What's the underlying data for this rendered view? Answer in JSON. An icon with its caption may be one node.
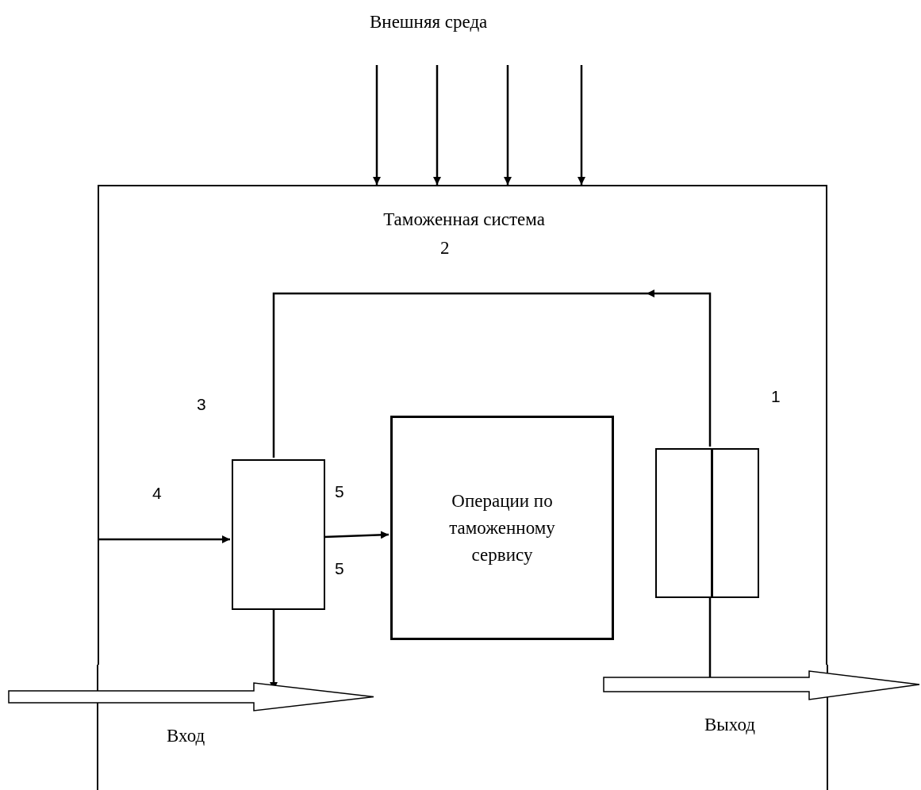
{
  "diagram": {
    "nodes": [
      {
        "text": [
          "Таможенная система",
          "2"
        ]
      },
      {
        "text": [],
        "shape": "box",
        "in": 0
      },
      {
        "text": [
          "Операции по таможенному сервису"
        ],
        "in": 0
      },
      {
        "text": [],
        "shape": "box",
        "in": 0
      },
      {
        "text": [
          "Вход"
        ]
      },
      {
        "text": [
          "Выход"
        ]
      }
    ],
    "edges": [
      {
        "from": null,
        "to": 0,
        "arrow": "to"
      },
      {
        "from": null,
        "to": 0,
        "arrow": "to"
      },
      {
        "from": null,
        "to": 0,
        "arrow": "to"
      },
      {
        "from": null,
        "to": 0,
        "arrow": "to"
      },
      {
        "from": 0,
        "to": 1,
        "arrow": "to"
      },
      {
        "from": 1,
        "to": 2,
        "arrow": "to"
      },
      {
        "from": 1,
        "to": 4,
        "arrow": "to"
      },
      {
        "from": 5,
        "to": 3,
        "arrow": "none"
      },
      {
        "from": 3,
        "to": 1,
        "arrow": "to"
      }
    ],
    "labels": [
      "Внешняя среда",
      "3",
      "1",
      "4",
      "5",
      "5"
    ]
  }
}
